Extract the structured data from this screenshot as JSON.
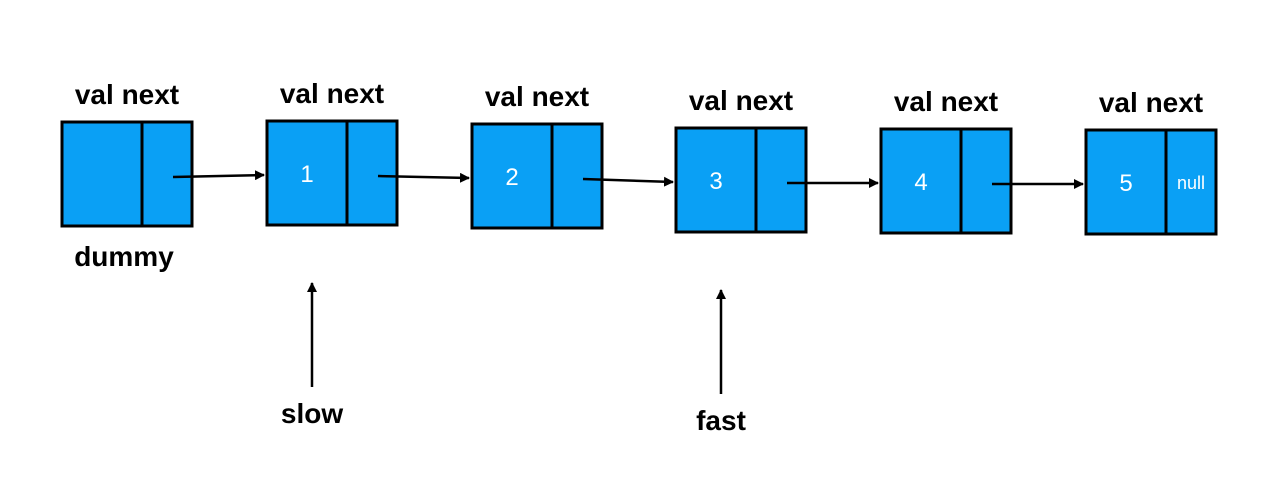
{
  "field_header": "val next",
  "colors": {
    "node_fill": "#0aa0f5",
    "node_border": "#000000",
    "text_on_node": "#ffffff",
    "label_text": "#000000"
  },
  "nodes": [
    {
      "val": "",
      "next": "",
      "caption": "dummy"
    },
    {
      "val": "1",
      "next": ""
    },
    {
      "val": "2",
      "next": ""
    },
    {
      "val": "3",
      "next": ""
    },
    {
      "val": "4",
      "next": ""
    },
    {
      "val": "5",
      "next": "null"
    }
  ],
  "pointers": [
    {
      "label": "slow",
      "node_index": 1
    },
    {
      "label": "fast",
      "node_index": 3
    }
  ]
}
